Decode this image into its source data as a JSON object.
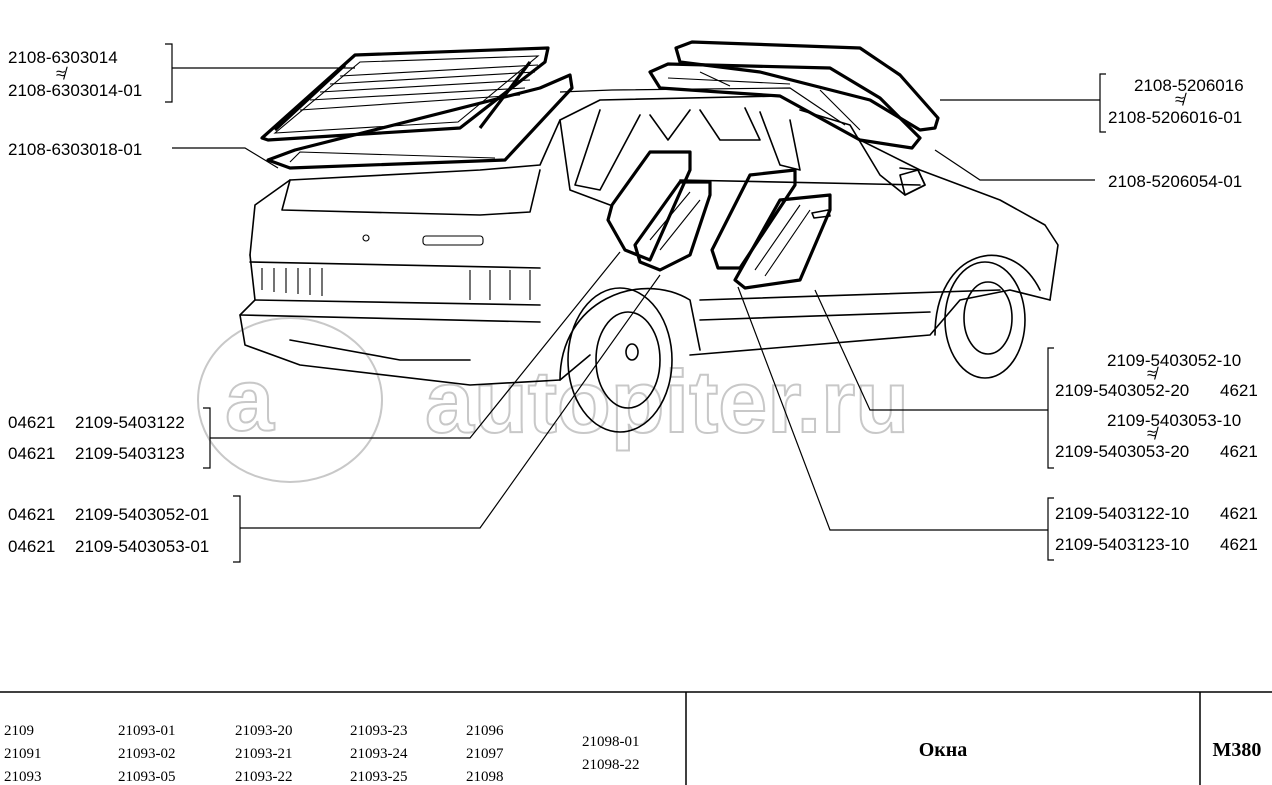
{
  "watermark": {
    "text": "autopiter.ru"
  },
  "callouts_left": {
    "rear_glass_top": "2108-6303014",
    "rear_glass_bottom": "2108-6303014-01",
    "rear_seal": "2108-6303018-01",
    "quarter_seal_1": {
      "code": "04621",
      "part": "2109-5403122"
    },
    "quarter_seal_2": {
      "code": "04621",
      "part": "2109-5403123"
    },
    "rear_door_glass_1": {
      "code": "04621",
      "part": "2109-5403052-01"
    },
    "rear_door_glass_2": {
      "code": "04621",
      "part": "2109-5403053-01"
    }
  },
  "callouts_right": {
    "windshield_top": "2108-5206016",
    "windshield_bottom": "2108-5206016-01",
    "windshield_seal": "2108-5206054-01",
    "front_door_glass_1": "2109-5403052-10",
    "front_door_glass_2": "2109-5403052-20",
    "front_door_glass_2_code": "4621",
    "front_door_glass_3": "2109-5403053-10",
    "front_door_glass_4": "2109-5403053-20",
    "front_door_glass_4_code": "4621",
    "front_quarter_1": "2109-5403122-10",
    "front_quarter_1_code": "4621",
    "front_quarter_2": "2109-5403123-10",
    "front_quarter_2_code": "4621"
  },
  "footer": {
    "models": [
      [
        "2109",
        "21091",
        "21093"
      ],
      [
        "21093-01",
        "21093-02",
        "21093-05"
      ],
      [
        "21093-20",
        "21093-21",
        "21093-22"
      ],
      [
        "21093-23",
        "21093-24",
        "21093-25"
      ],
      [
        "21096",
        "21097",
        "21098"
      ],
      [
        "21098-01",
        "21098-22"
      ]
    ],
    "title": "Окна",
    "page_code": "M380"
  }
}
